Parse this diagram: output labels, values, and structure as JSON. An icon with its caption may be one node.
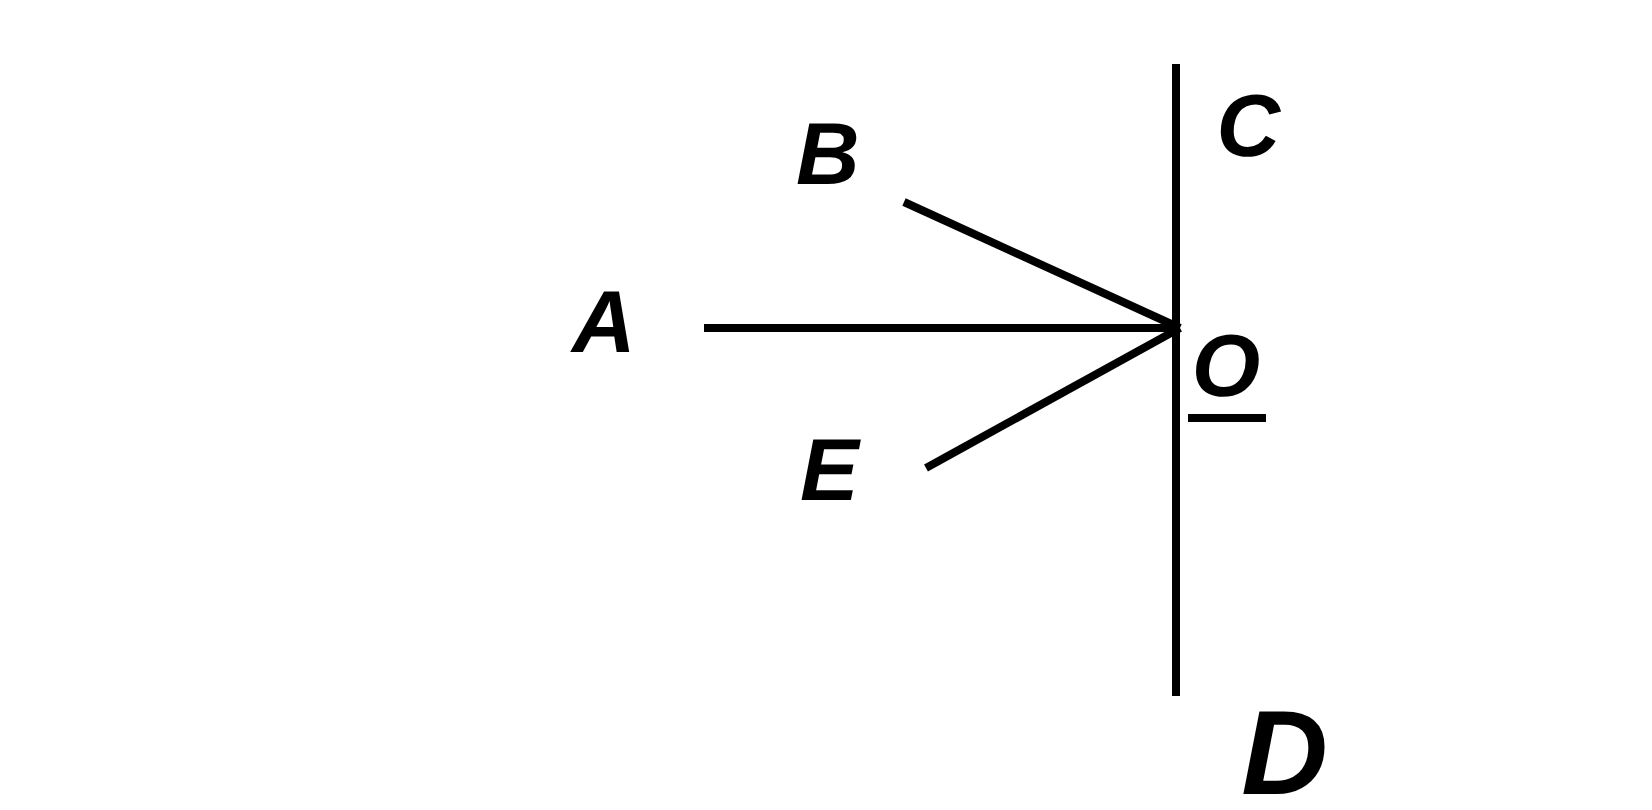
{
  "diagram": {
    "nodes": [
      {
        "text": [
          "C"
        ]
      },
      {
        "text": [
          "B"
        ]
      },
      {
        "text": [
          "A"
        ]
      },
      {
        "text": [
          "O"
        ]
      },
      {
        "text": [
          "E"
        ]
      },
      {
        "text": [
          "D"
        ]
      }
    ],
    "edges": [
      {
        "from": 2,
        "to": 3,
        "arrow": "none"
      },
      {
        "from": 1,
        "to": 3,
        "arrow": "none"
      },
      {
        "from": 4,
        "to": 3,
        "arrow": "none"
      },
      {
        "from": 0,
        "to": 5,
        "arrow": "none"
      }
    ]
  }
}
